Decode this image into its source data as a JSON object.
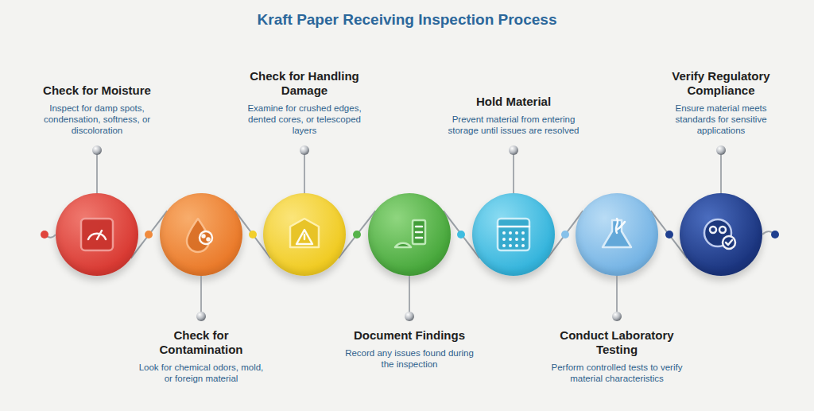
{
  "diagram": {
    "title": "Kraft Paper Receiving Inspection Process",
    "nodes": [
      {
        "text": [
          "Check for Moisture",
          "Inspect for damp spots, condensation, softness, or discoloration"
        ]
      },
      {
        "text": [
          "Check for Contamination",
          "Look for chemical odors, mold, or foreign material"
        ]
      },
      {
        "text": [
          "Check for Handling Damage",
          "Examine for crushed edges, dented cores, or telescoped layers"
        ]
      },
      {
        "text": [
          "Document Findings",
          "Record any issues found during the inspection"
        ]
      },
      {
        "text": [
          "Hold Material",
          "Prevent material from entering storage until issues are resolved"
        ]
      },
      {
        "text": [
          "Conduct Laboratory Testing",
          "Perform controlled tests to verify material characteristics"
        ]
      },
      {
        "text": [
          "Verify Regulatory Compliance",
          "Ensure material meets standards for sensitive applications"
        ]
      }
    ],
    "edges": [
      {
        "from": 0,
        "to": 1,
        "arrow": "none"
      },
      {
        "from": 1,
        "to": 2,
        "arrow": "none"
      },
      {
        "from": 2,
        "to": 3,
        "arrow": "none"
      },
      {
        "from": 3,
        "to": 4,
        "arrow": "none"
      },
      {
        "from": 4,
        "to": 5,
        "arrow": "none"
      },
      {
        "from": 5,
        "to": 6,
        "arrow": "none"
      }
    ]
  }
}
